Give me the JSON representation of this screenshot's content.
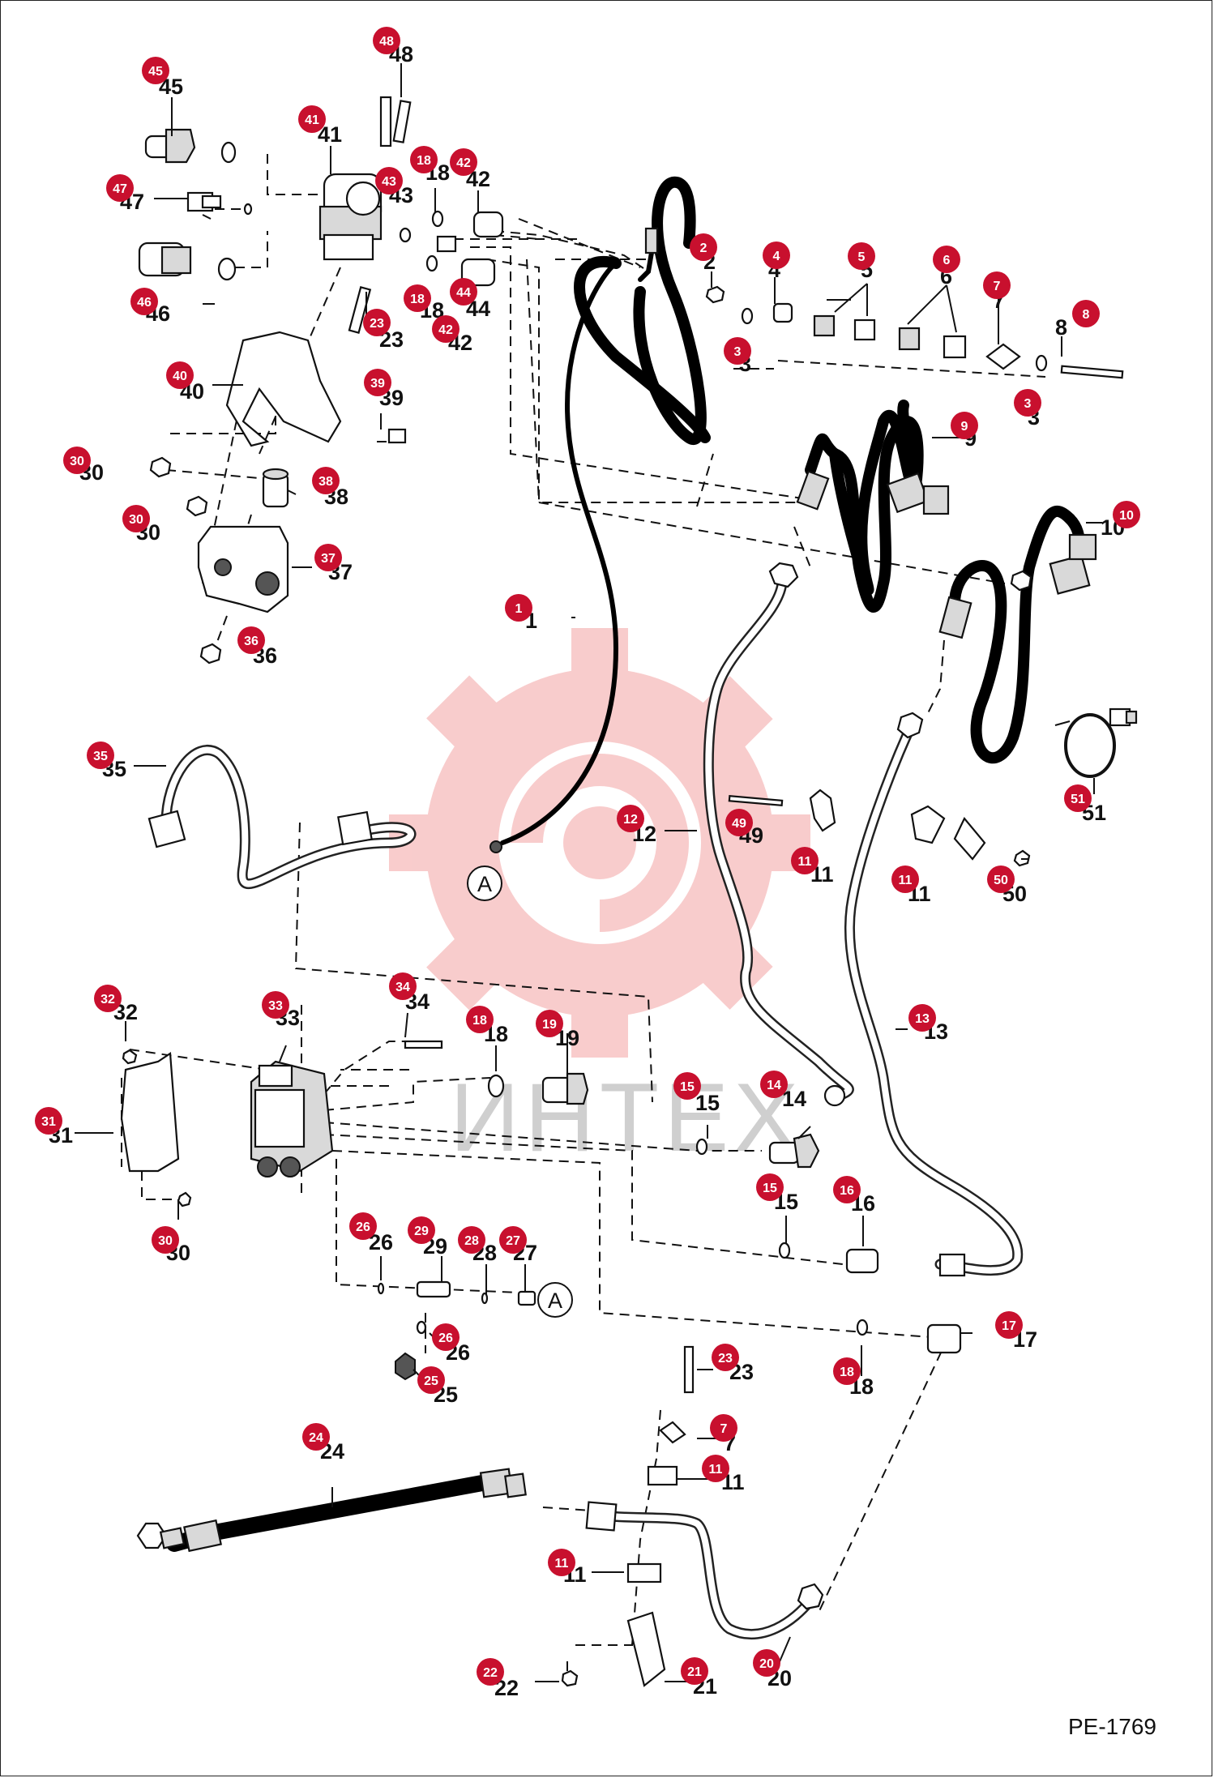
{
  "drawing_code": "PE-1769",
  "watermark_text": "ИНТЕХ",
  "colors": {
    "callout": "#c8102e",
    "watermark": "#f4a3a3",
    "line": "#111111"
  },
  "letter_marker": "A",
  "callouts": [
    {
      "id": "c48",
      "text": "48"
    },
    {
      "id": "c45",
      "text": "45"
    },
    {
      "id": "c41",
      "text": "41"
    },
    {
      "id": "c18a",
      "text": "18"
    },
    {
      "id": "c42a",
      "text": "42"
    },
    {
      "id": "c43",
      "text": "43"
    },
    {
      "id": "c47",
      "text": "47"
    },
    {
      "id": "c46",
      "text": "46"
    },
    {
      "id": "c18b",
      "text": "18"
    },
    {
      "id": "c44",
      "text": "44"
    },
    {
      "id": "c42b",
      "text": "42"
    },
    {
      "id": "c23a",
      "text": "23"
    },
    {
      "id": "c2",
      "text": "2"
    },
    {
      "id": "c4",
      "text": "4"
    },
    {
      "id": "c5",
      "text": "5"
    },
    {
      "id": "c6",
      "text": "6"
    },
    {
      "id": "c7a",
      "text": "7"
    },
    {
      "id": "c8",
      "text": "8"
    },
    {
      "id": "c3a",
      "text": "3"
    },
    {
      "id": "c3b",
      "text": "3"
    },
    {
      "id": "c40",
      "text": "40"
    },
    {
      "id": "c39",
      "text": "39"
    },
    {
      "id": "c30a",
      "text": "30"
    },
    {
      "id": "c38",
      "text": "38"
    },
    {
      "id": "c30b",
      "text": "30"
    },
    {
      "id": "c37",
      "text": "37"
    },
    {
      "id": "c36",
      "text": "36"
    },
    {
      "id": "c9",
      "text": "9"
    },
    {
      "id": "c10",
      "text": "10"
    },
    {
      "id": "c1",
      "text": "1"
    },
    {
      "id": "c35",
      "text": "35"
    },
    {
      "id": "c12",
      "text": "12"
    },
    {
      "id": "c49",
      "text": "49"
    },
    {
      "id": "c11a",
      "text": "11"
    },
    {
      "id": "c11b",
      "text": "11"
    },
    {
      "id": "c50",
      "text": "50"
    },
    {
      "id": "c51",
      "text": "51"
    },
    {
      "id": "c32",
      "text": "32"
    },
    {
      "id": "c33",
      "text": "33"
    },
    {
      "id": "c34",
      "text": "34"
    },
    {
      "id": "c18c",
      "text": "18"
    },
    {
      "id": "c19",
      "text": "19"
    },
    {
      "id": "c13",
      "text": "13"
    },
    {
      "id": "c31",
      "text": "31"
    },
    {
      "id": "c15a",
      "text": "15"
    },
    {
      "id": "c14",
      "text": "14"
    },
    {
      "id": "c15b",
      "text": "15"
    },
    {
      "id": "c16",
      "text": "16"
    },
    {
      "id": "c30c",
      "text": "30"
    },
    {
      "id": "c26a",
      "text": "26"
    },
    {
      "id": "c29",
      "text": "29"
    },
    {
      "id": "c28",
      "text": "28"
    },
    {
      "id": "c27",
      "text": "27"
    },
    {
      "id": "c26b",
      "text": "26"
    },
    {
      "id": "c25",
      "text": "25"
    },
    {
      "id": "c17",
      "text": "17"
    },
    {
      "id": "c18d",
      "text": "18"
    },
    {
      "id": "c23b",
      "text": "23"
    },
    {
      "id": "c7b",
      "text": "7"
    },
    {
      "id": "c11c",
      "text": "11"
    },
    {
      "id": "c24",
      "text": "24"
    },
    {
      "id": "c11d",
      "text": "11"
    },
    {
      "id": "c22",
      "text": "22"
    },
    {
      "id": "c21",
      "text": "21"
    },
    {
      "id": "c20",
      "text": "20"
    }
  ]
}
